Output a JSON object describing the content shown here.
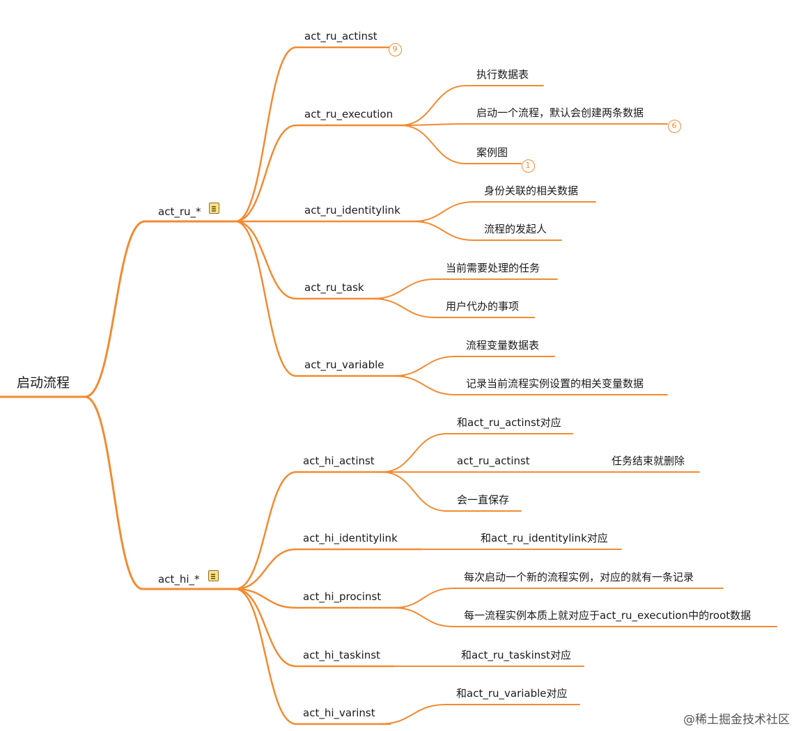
{
  "root": {
    "label": "启动流程"
  },
  "groups": [
    {
      "label": "act_ru_*",
      "has_note_icon": true,
      "children": [
        {
          "label": "act_ru_actinst",
          "badge": "9",
          "children": []
        },
        {
          "label": "act_ru_execution",
          "children": [
            {
              "label": "执行数据表"
            },
            {
              "label": "启动一个流程，默认会创建两条数据",
              "badge": "6"
            },
            {
              "label": "案例图",
              "badge": "1"
            }
          ]
        },
        {
          "label": "act_ru_identitylink",
          "children": [
            {
              "label": "身份关联的相关数据"
            },
            {
              "label": "流程的发起人"
            }
          ]
        },
        {
          "label": "act_ru_task",
          "children": [
            {
              "label": "当前需要处理的任务"
            },
            {
              "label": "用户代办的事项"
            }
          ]
        },
        {
          "label": "act_ru_variable",
          "children": [
            {
              "label": "流程变量数据表"
            },
            {
              "label": "记录当前流程实例设置的相关变量数据"
            }
          ]
        }
      ]
    },
    {
      "label": "act_hi_*",
      "has_note_icon": true,
      "children": [
        {
          "label": "act_hi_actinst",
          "children": [
            {
              "label": "和act_ru_actinst对应"
            },
            {
              "label": "act_ru_actinst",
              "note": "任务结束就删除"
            },
            {
              "label": "会一直保存"
            }
          ]
        },
        {
          "label": "act_hi_identitylink",
          "children": [
            {
              "label": "和act_ru_identitylink对应"
            }
          ]
        },
        {
          "label": "act_hi_procinst",
          "children": [
            {
              "label": "每次启动一个新的流程实例，对应的就有一条记录"
            },
            {
              "label": "每一流程实例本质上就对应于act_ru_execution中的root数据"
            }
          ]
        },
        {
          "label": "act_hi_taskinst",
          "children": [
            {
              "label": "和act_ru_taskinst对应"
            }
          ]
        },
        {
          "label": "act_hi_varinst",
          "children": [
            {
              "label": "和act_ru_variable对应"
            }
          ]
        }
      ]
    }
  ],
  "watermark": "@稀土掘金技术社区",
  "colors": {
    "branch": "#f28a30",
    "badge": "#f28a30",
    "note_icon_fill": "#fbe38c",
    "text": "#1a1a1a"
  }
}
